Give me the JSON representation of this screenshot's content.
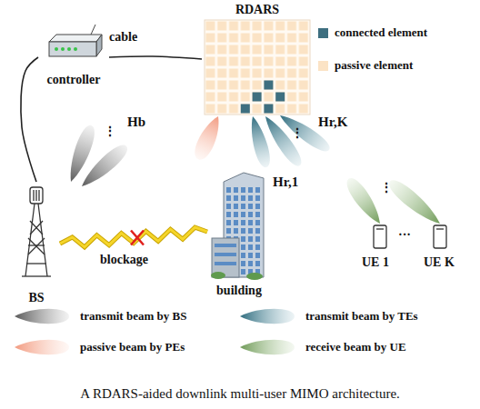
{
  "diagram": {
    "caption": "A RDARS-aided downlink multi-user MIMO architecture.",
    "nodes": [
      {
        "text": [
          "RDARS"
        ]
      },
      {
        "text": [
          "controller"
        ]
      },
      {
        "text": [
          "BS"
        ]
      },
      {
        "text": [
          "building"
        ]
      }
    ],
    "edges": [
      {
        "from": 2,
        "to": 1,
        "arrow": "none"
      },
      {
        "from": 1,
        "to": 0,
        "label": "cable",
        "arrow": "none"
      },
      {
        "from": 2,
        "to": 3,
        "label": "blockage",
        "arrow": "none"
      }
    ],
    "labels": [
      "Hb",
      "⋮",
      "Hr,K",
      "⋮",
      "Hr,1",
      "⋮",
      "UE 1",
      "···",
      "UE K"
    ],
    "legend": [
      {
        "text": "connected element",
        "color": "#3e6f80"
      },
      {
        "text": "passive element",
        "color": "#fbe3c5"
      },
      {
        "text": "transmit beam by BS"
      },
      {
        "text": "transmit beam by TEs"
      },
      {
        "text": "passive beam by PEs"
      },
      {
        "text": "receive beam by UE"
      }
    ]
  }
}
